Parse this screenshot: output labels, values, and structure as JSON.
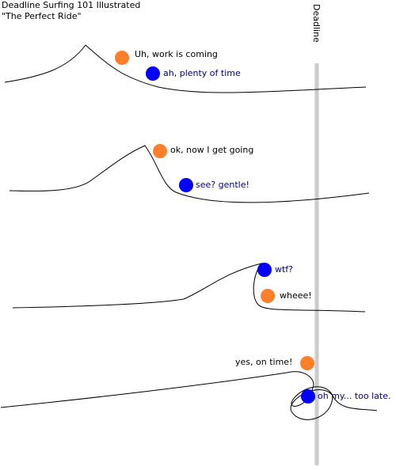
{
  "title": {
    "line1": "Deadline Surfing 101 Illustrated",
    "line2": "\"The Perfect Ride\""
  },
  "deadline": {
    "label": "Deadline",
    "color": "#cccccc"
  },
  "colors": {
    "orange_dot": "#ff7f2a",
    "blue_dot": "#0000ff",
    "blue_text": "#000080",
    "black_text": "#000000",
    "wave_stroke": "#000000"
  },
  "panels": [
    {
      "orange_label": "Uh, work is coming",
      "blue_label": "ah, plenty of time"
    },
    {
      "orange_label": "ok, now I get going",
      "blue_label": "see? gentle!"
    },
    {
      "orange_label": "wheee!",
      "blue_label": "wtf?"
    },
    {
      "orange_label": "yes, on time!",
      "blue_label": "oh my... too late."
    }
  ]
}
